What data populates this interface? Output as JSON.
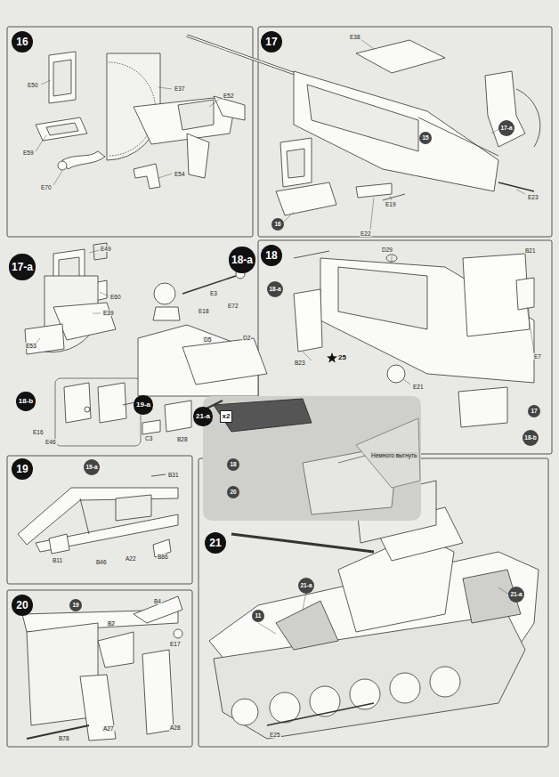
{
  "diagram": {
    "nodes": [
      {
        "text": [
          "16"
        ]
      },
      {
        "text": [
          "17"
        ]
      },
      {
        "text": [
          "15"
        ]
      },
      {
        "text": [
          "17-a"
        ]
      },
      {
        "text": [
          "16"
        ]
      },
      {
        "text": [
          "17-a"
        ]
      },
      {
        "text": [
          "18-a"
        ]
      },
      {
        "text": [
          "21-a"
        ]
      },
      {
        "text": [
          "x2"
        ]
      },
      {
        "text": [
          "18-b"
        ]
      },
      {
        "text": [
          "19-a"
        ]
      },
      {
        "text": [
          "18"
        ]
      },
      {
        "text": [
          "18-a"
        ]
      },
      {
        "text": [
          "17"
        ]
      },
      {
        "text": [
          "18-b"
        ]
      },
      {
        "text": [
          "25"
        ]
      },
      {
        "text": [
          "18"
        ]
      },
      {
        "text": [
          "20"
        ]
      },
      {
        "text": [
          "19"
        ]
      },
      {
        "text": [
          "19-a"
        ]
      },
      {
        "text": [
          "20"
        ]
      },
      {
        "text": [
          "19"
        ]
      },
      {
        "text": [
          "21"
        ]
      },
      {
        "text": [
          "11"
        ]
      },
      {
        "text": [
          "21-a"
        ]
      },
      {
        "text": [
          "21-a"
        ]
      }
    ],
    "labels": [
      "E50",
      "E37",
      "E52",
      "E59",
      "E70",
      "E54",
      "E38",
      "E23",
      "E19",
      "E22",
      "E49",
      "E60",
      "E39",
      "E53",
      "E3",
      "E18",
      "E72",
      "D5",
      "D2",
      "E16",
      "E46",
      "C3",
      "B28",
      "D29",
      "B21",
      "E7",
      "B23",
      "E21",
      "Немного выгнуть",
      "B31",
      "B11",
      "B46",
      "A22",
      "B86",
      "B4",
      "E17",
      "B2",
      "A27",
      "A28",
      "B78",
      "E25"
    ]
  }
}
